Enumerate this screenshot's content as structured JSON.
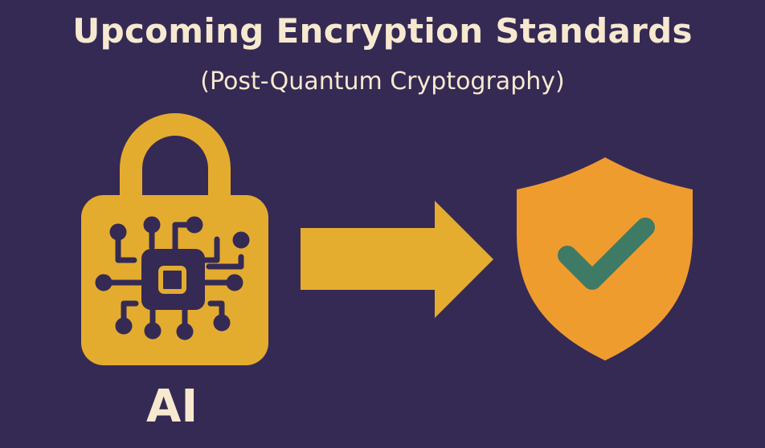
{
  "header": {
    "title": "Upcoming Encryption Standards",
    "subtitle": "(Post-Quantum Cryptography)"
  },
  "illustration": {
    "lock_label": "AI",
    "lock_icon": "circuit-padlock-icon",
    "arrow_icon": "arrow-right-icon",
    "shield_icon": "shield-check-icon"
  },
  "colors": {
    "background": "#352a54",
    "text": "#f6e9cf",
    "lock": "#e4ac2f",
    "arrow": "#e5ad30",
    "shield": "#ef9c2f",
    "checkmark": "#3f7a64"
  }
}
